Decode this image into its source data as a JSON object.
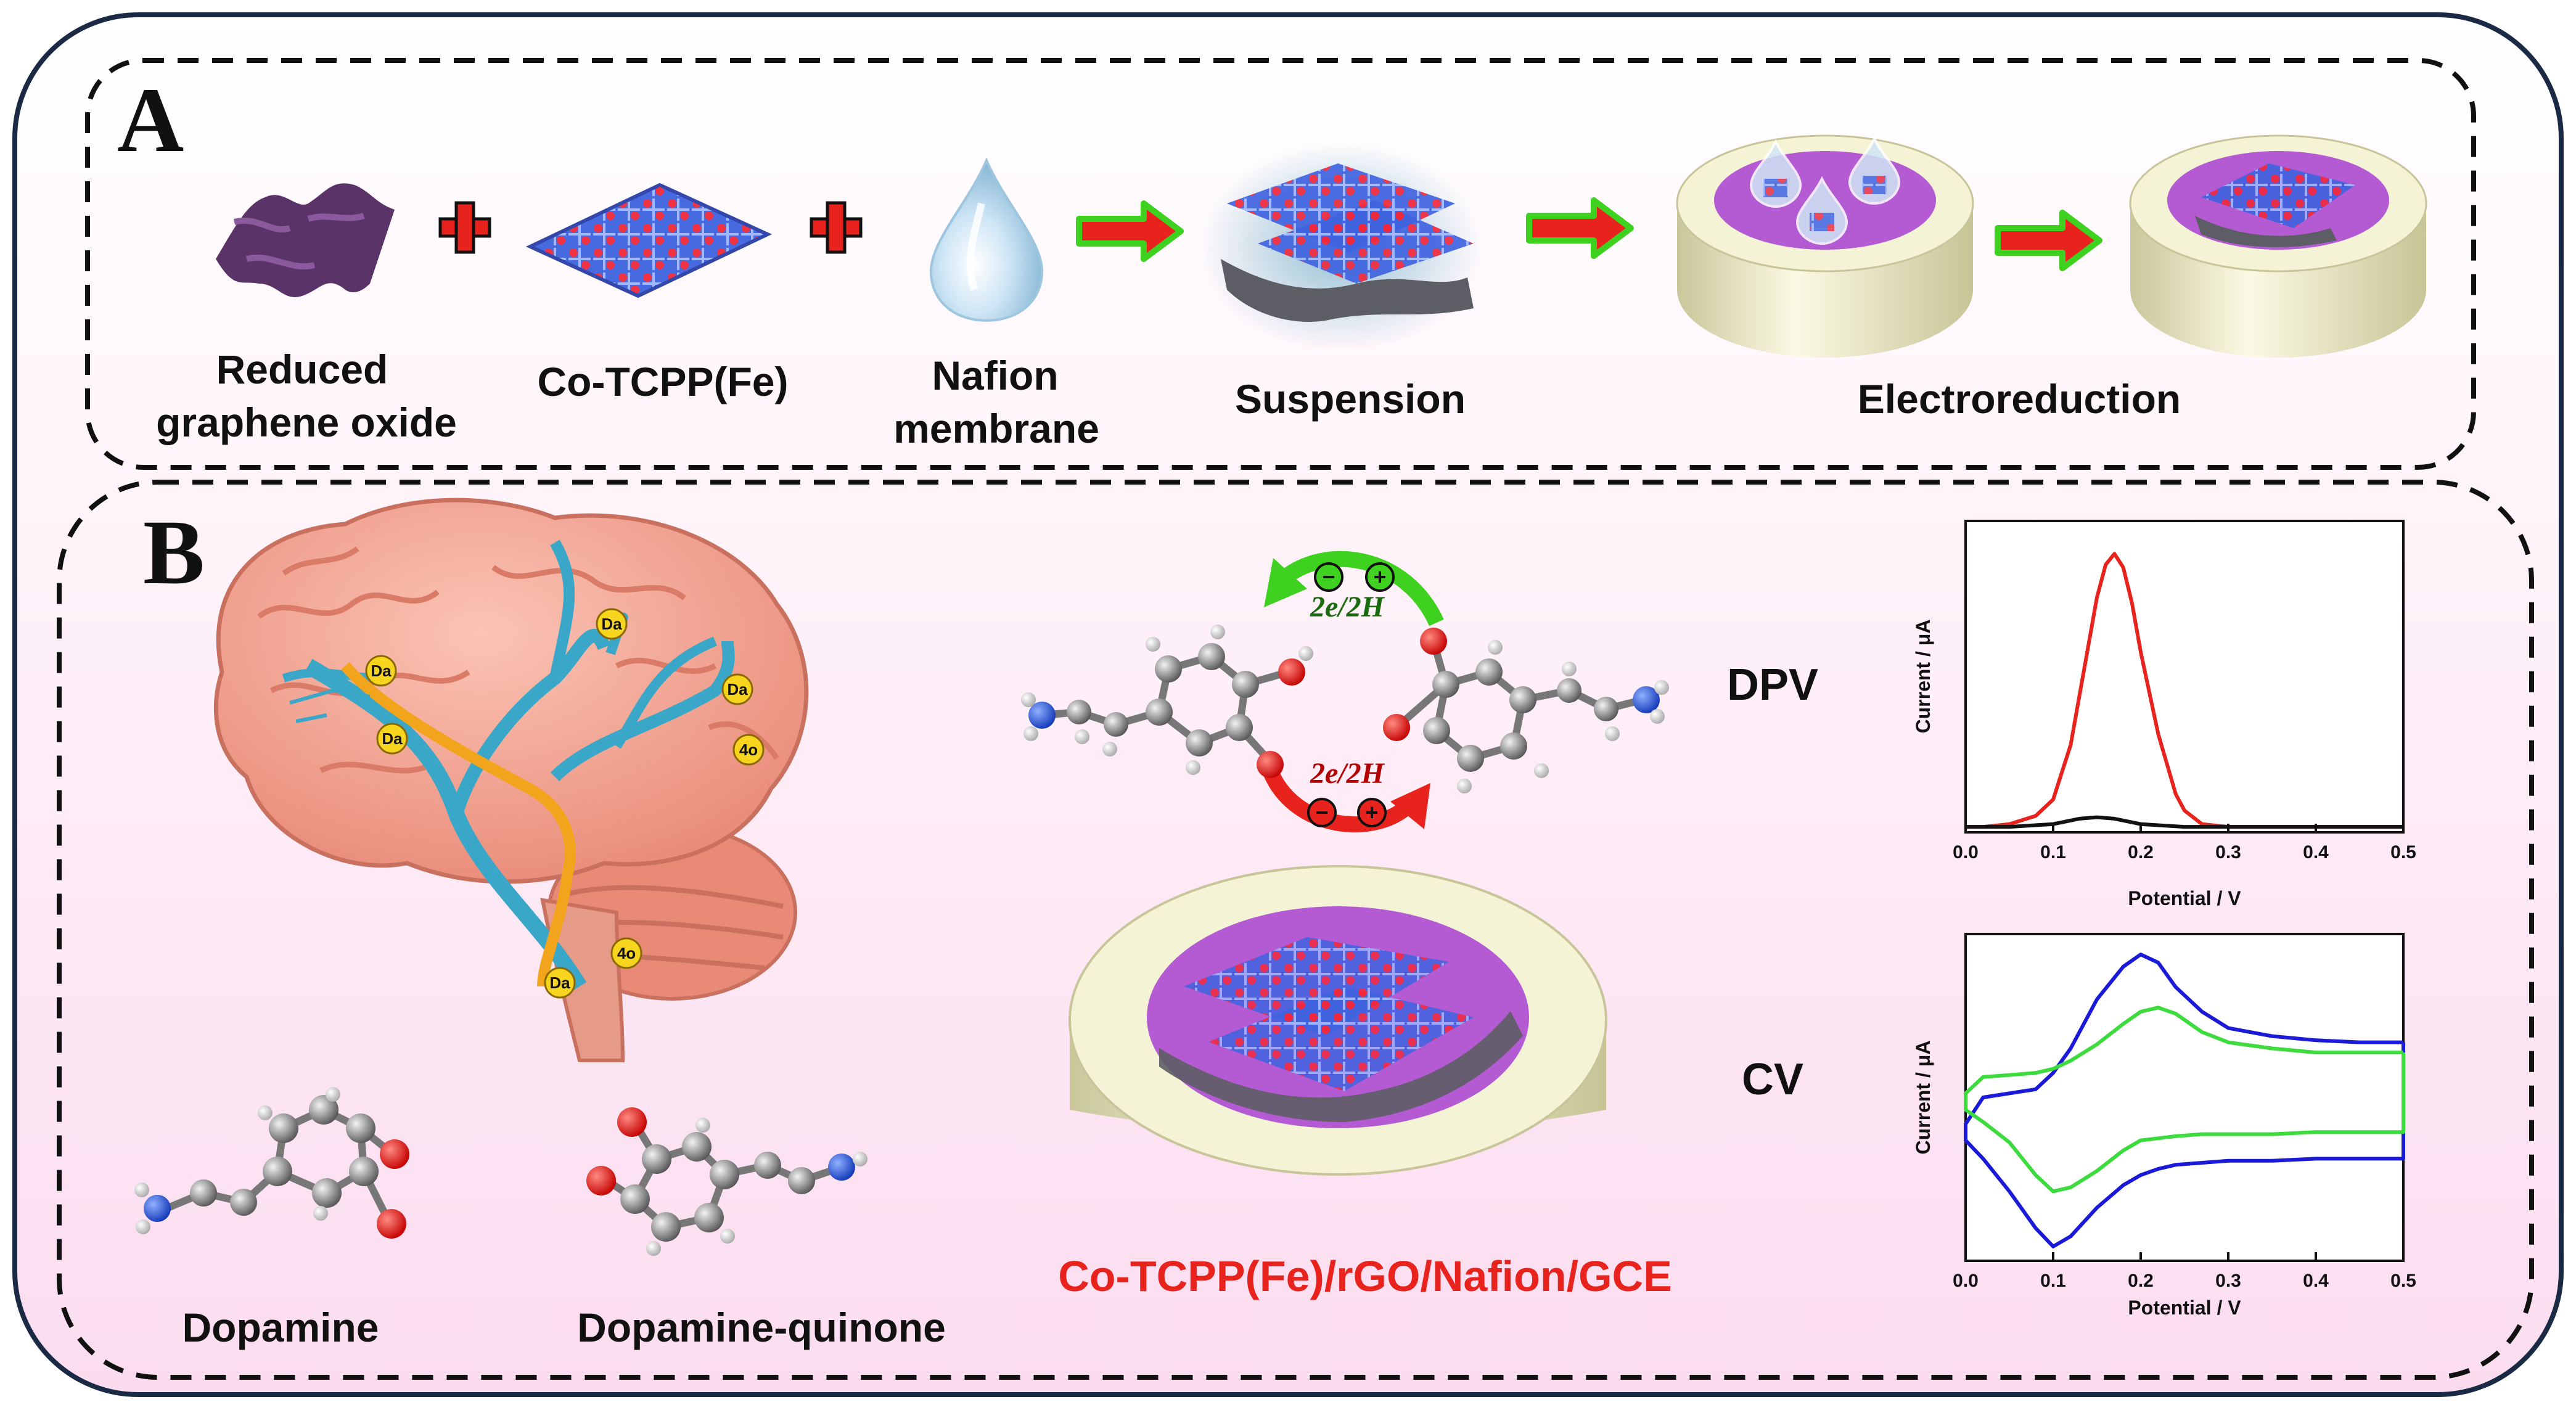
{
  "panel_a": {
    "letter": "A",
    "labels": {
      "rgo_line1": "Reduced",
      "rgo_line2": "graphene oxide",
      "cotcpp": "Co-TCPP(Fe)",
      "nafion_line1": "Nafion",
      "nafion_line2": "membrane",
      "suspension": "Suspension",
      "electroreduction": "Electroreduction"
    }
  },
  "panel_b": {
    "letter": "B",
    "brain_tags": [
      "Da",
      "Da",
      "Da",
      "Da",
      "4o",
      "Da",
      "4o"
    ],
    "reaction": {
      "top": "2e/2H",
      "bottom": "2e/2H",
      "minus": "−",
      "plus": "+"
    },
    "molecules": {
      "dopamine": "Dopamine",
      "quinone": "Dopamine-quinone"
    },
    "electrode_label": "Co-TCPP(Fe)/rGO/Nafion/GCE",
    "dpv_label": "DPV",
    "cv_label": "CV"
  },
  "colors": {
    "outer_border": "#1a2a44",
    "background_top": "#ffffff",
    "background_bottom": "#fce4f2",
    "arrow_red": "#e8231e",
    "arrow_green": "#3fd11f",
    "electrode_label": "#e8231e",
    "disk_purple": "#b45ad2",
    "disk_ring": "#f3f1cf",
    "brain_pink": "#f4a48f",
    "vessel_blue": "#3aa6c8",
    "vessel_orange": "#f2a41c"
  },
  "chart_data": [
    {
      "type": "line",
      "id": "dpv",
      "xlabel": "Potential / V",
      "ylabel": "Current / μA",
      "xlim": [
        0.0,
        0.5
      ],
      "xticks": [
        "0.0",
        "0.1",
        "0.2",
        "0.3",
        "0.4",
        "0.5"
      ],
      "series": [
        {
          "color": "#e8231e",
          "x": [
            0.0,
            0.02,
            0.05,
            0.08,
            0.1,
            0.12,
            0.14,
            0.15,
            0.16,
            0.17,
            0.18,
            0.19,
            0.2,
            0.22,
            0.24,
            0.25,
            0.27,
            0.3,
            0.35,
            0.4,
            0.45,
            0.5
          ],
          "y": [
            0.0,
            0.0,
            0.01,
            0.04,
            0.1,
            0.3,
            0.66,
            0.84,
            0.96,
            1.0,
            0.95,
            0.82,
            0.64,
            0.34,
            0.12,
            0.06,
            0.01,
            0.0,
            0.0,
            0.0,
            0.0,
            0.0
          ]
        },
        {
          "color": "#111111",
          "x": [
            0.0,
            0.05,
            0.1,
            0.13,
            0.15,
            0.17,
            0.2,
            0.25,
            0.3,
            0.4,
            0.5
          ],
          "y": [
            0.0,
            0.0,
            0.01,
            0.03,
            0.035,
            0.03,
            0.01,
            0.0,
            0.0,
            0.0,
            0.0
          ]
        }
      ]
    },
    {
      "type": "line",
      "id": "cv",
      "xlabel": "Potential / V",
      "ylabel": "Current / μA",
      "xlim": [
        0.0,
        0.5
      ],
      "xticks": [
        "0.0",
        "0.1",
        "0.2",
        "0.3",
        "0.4",
        "0.5"
      ],
      "series": [
        {
          "color": "#1a1ad8",
          "x": [
            0.5,
            0.45,
            0.4,
            0.35,
            0.3,
            0.27,
            0.24,
            0.22,
            0.2,
            0.18,
            0.15,
            0.12,
            0.1,
            0.08,
            0.05,
            0.02,
            0.0,
            0.0,
            0.02,
            0.05,
            0.08,
            0.1,
            0.12,
            0.15,
            0.18,
            0.2,
            0.22,
            0.24,
            0.27,
            0.3,
            0.35,
            0.4,
            0.45,
            0.5,
            0.5
          ],
          "y": [
            0.45,
            0.45,
            0.46,
            0.48,
            0.52,
            0.6,
            0.72,
            0.84,
            0.88,
            0.82,
            0.66,
            0.42,
            0.3,
            0.22,
            0.2,
            0.18,
            0.05,
            -0.03,
            -0.12,
            -0.28,
            -0.46,
            -0.55,
            -0.5,
            -0.36,
            -0.25,
            -0.2,
            -0.17,
            -0.15,
            -0.14,
            -0.13,
            -0.13,
            -0.12,
            -0.12,
            -0.12,
            0.45
          ]
        },
        {
          "color": "#3ddb3d",
          "x": [
            0.5,
            0.45,
            0.4,
            0.35,
            0.3,
            0.27,
            0.24,
            0.22,
            0.2,
            0.18,
            0.15,
            0.12,
            0.1,
            0.08,
            0.05,
            0.02,
            0.0,
            0.0,
            0.02,
            0.05,
            0.08,
            0.1,
            0.12,
            0.15,
            0.18,
            0.2,
            0.22,
            0.24,
            0.27,
            0.3,
            0.35,
            0.4,
            0.45,
            0.5,
            0.5
          ],
          "y": [
            0.4,
            0.4,
            0.4,
            0.42,
            0.45,
            0.5,
            0.59,
            0.62,
            0.6,
            0.54,
            0.44,
            0.36,
            0.32,
            0.3,
            0.29,
            0.28,
            0.2,
            0.12,
            0.06,
            -0.04,
            -0.2,
            -0.28,
            -0.26,
            -0.18,
            -0.08,
            -0.03,
            -0.02,
            -0.01,
            0.0,
            0.0,
            0.0,
            0.01,
            0.01,
            0.01,
            0.4
          ]
        }
      ]
    }
  ]
}
